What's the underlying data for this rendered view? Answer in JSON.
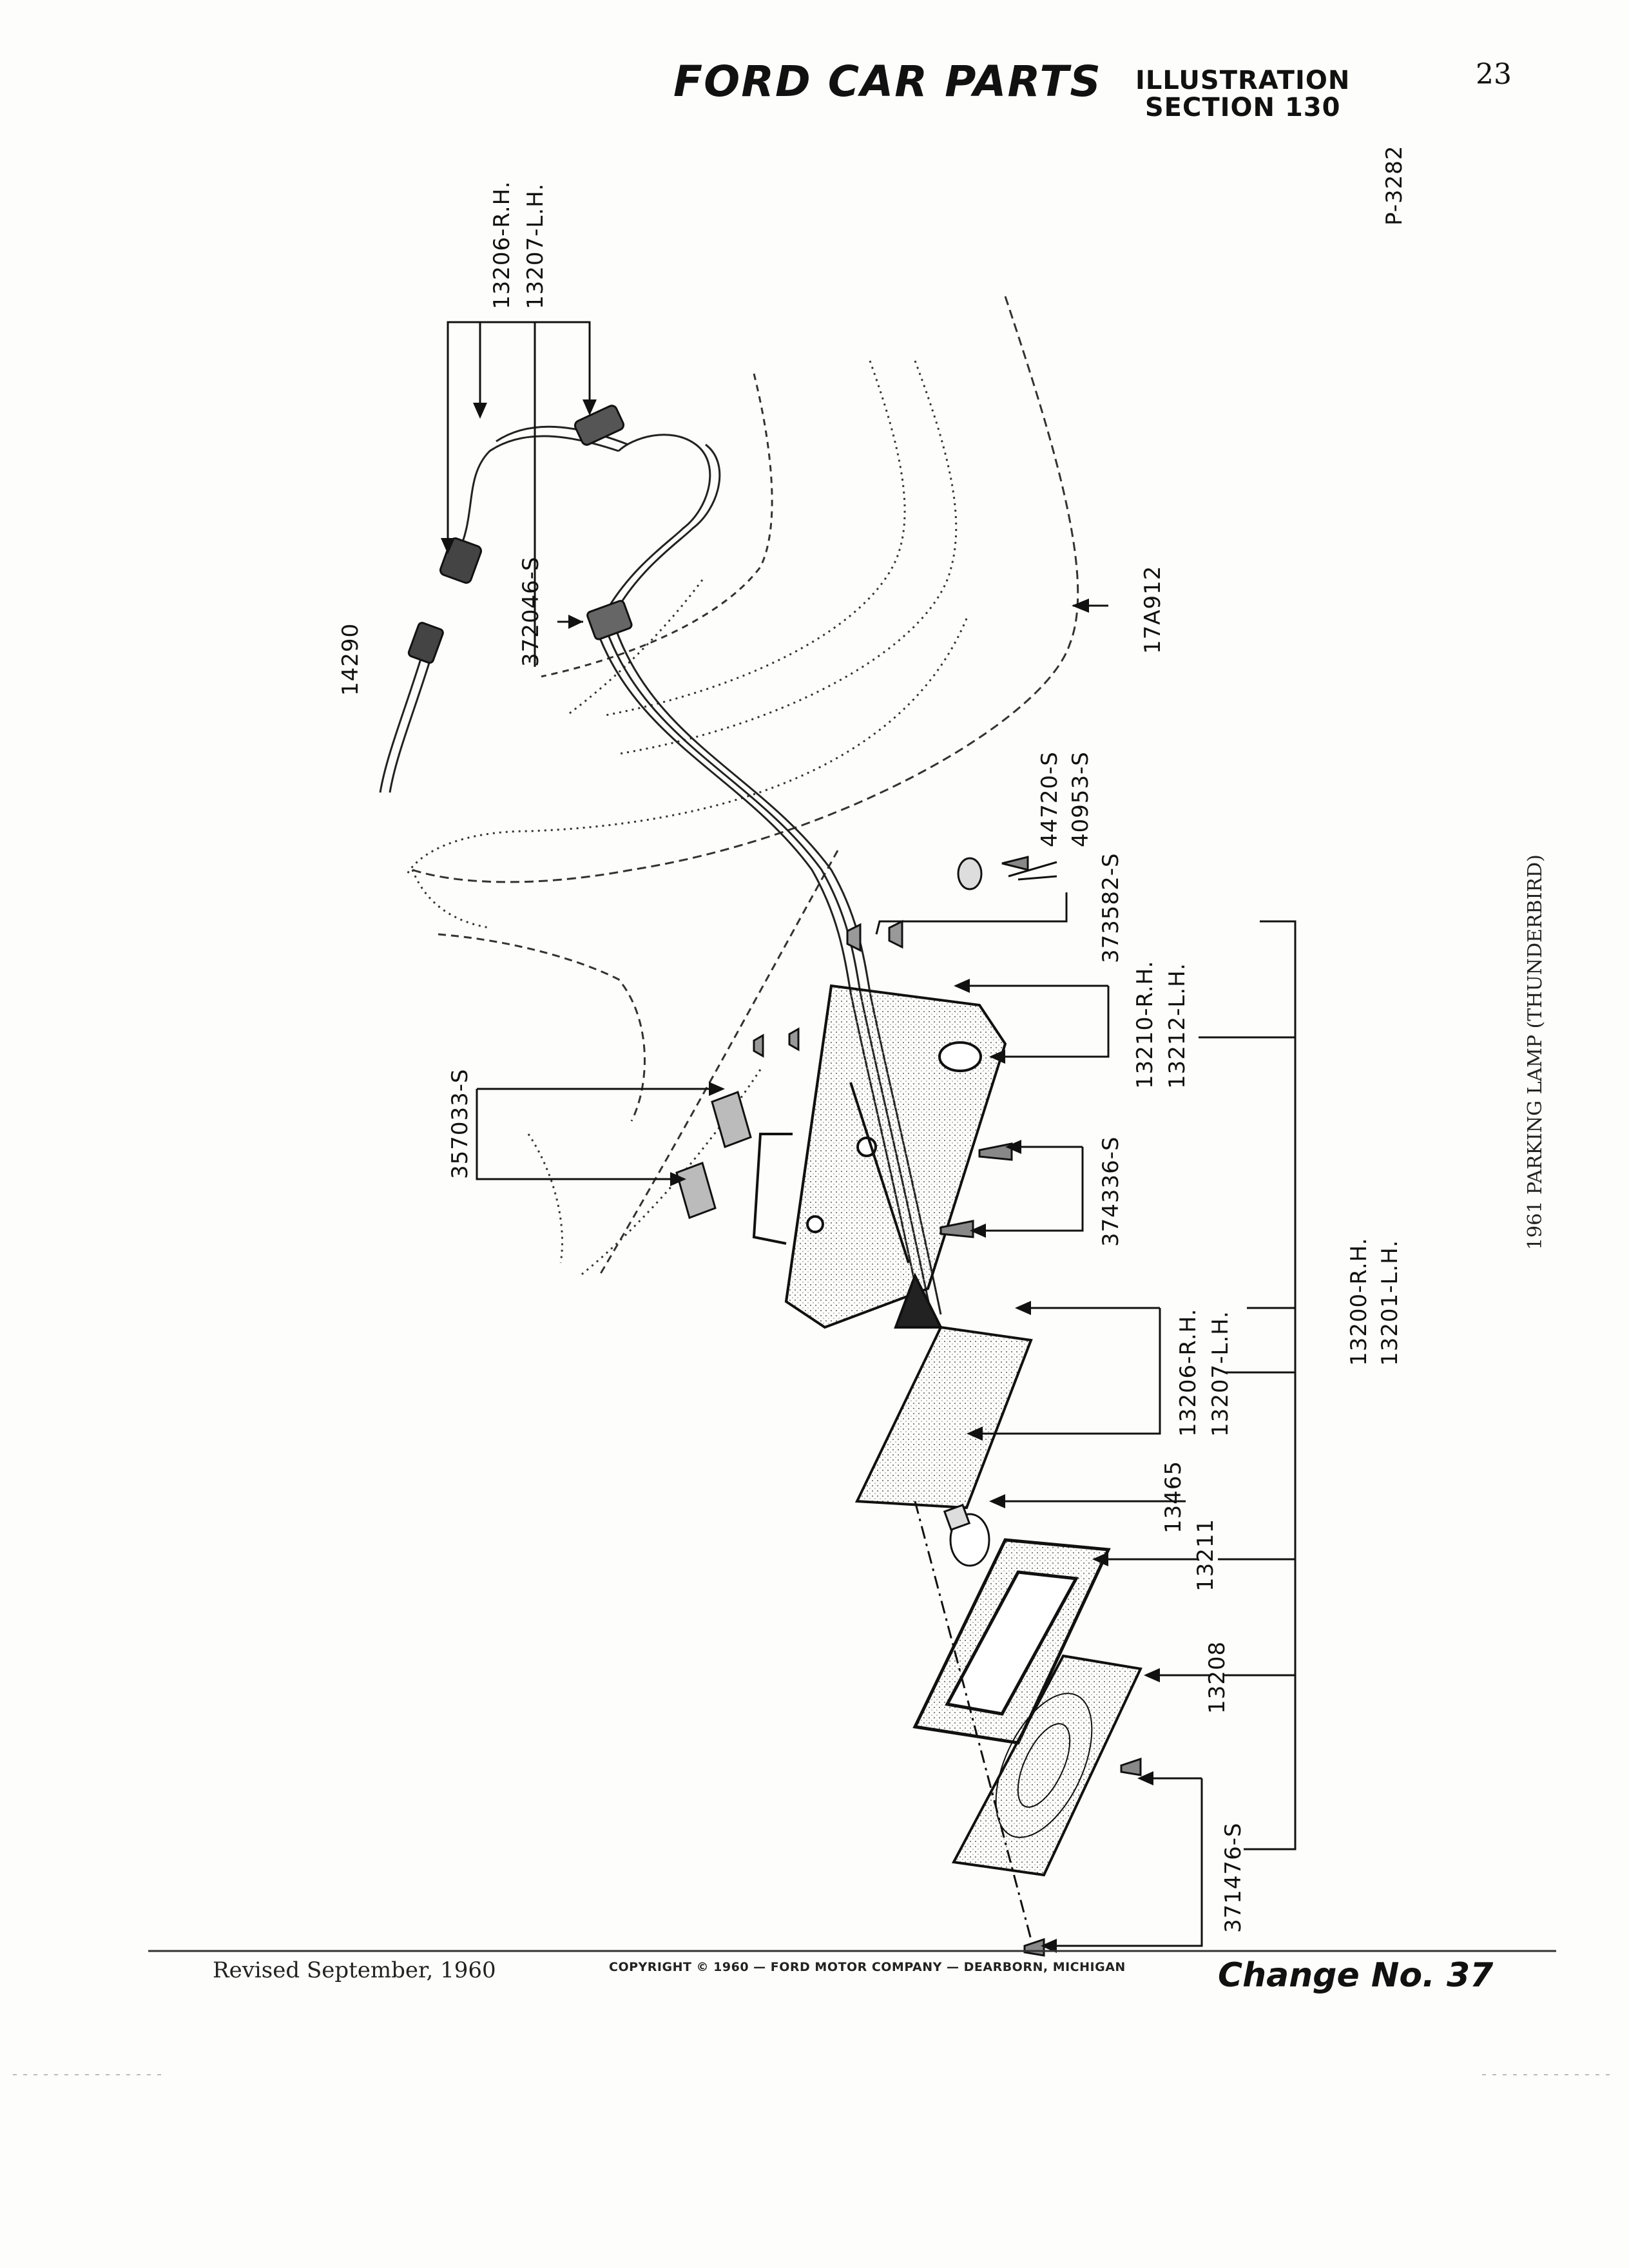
{
  "header": {
    "title": "FORD CAR PARTS",
    "illustration_line1": "ILLUSTRATION",
    "illustration_line2": "SECTION 130",
    "page_number": "23"
  },
  "figure": {
    "plate_number": "P-3282",
    "side_caption": "1961 PARKING LAMP (THUNDERBIRD)"
  },
  "callouts": {
    "wire_top_rh": "13206-R.H.",
    "wire_top_lh": "13207-L.H.",
    "connector": "14290",
    "clip_wire": "372046-S",
    "fender": "17A912",
    "washer": "44720-S",
    "screw_top": "40953-S",
    "screw_body": "373582-S",
    "body_rh": "13210-R.H.",
    "body_lh": "13212-L.H.",
    "nut_clip": "357033-S",
    "screw_side": "374336-S",
    "assy_rh": "13200-R.H.",
    "assy_lh": "13201-L.H.",
    "socket_rh": "13206-R.H.",
    "socket_lh": "13207-L.H.",
    "bulb": "13465",
    "gasket": "13211",
    "lens": "13208",
    "screw_lens": "371476-S"
  },
  "footer": {
    "revised": "Revised September, 1960",
    "copyright": "COPYRIGHT © 1960 — FORD MOTOR COMPANY — DEARBORN, MICHIGAN",
    "change": "Change No. 37"
  }
}
